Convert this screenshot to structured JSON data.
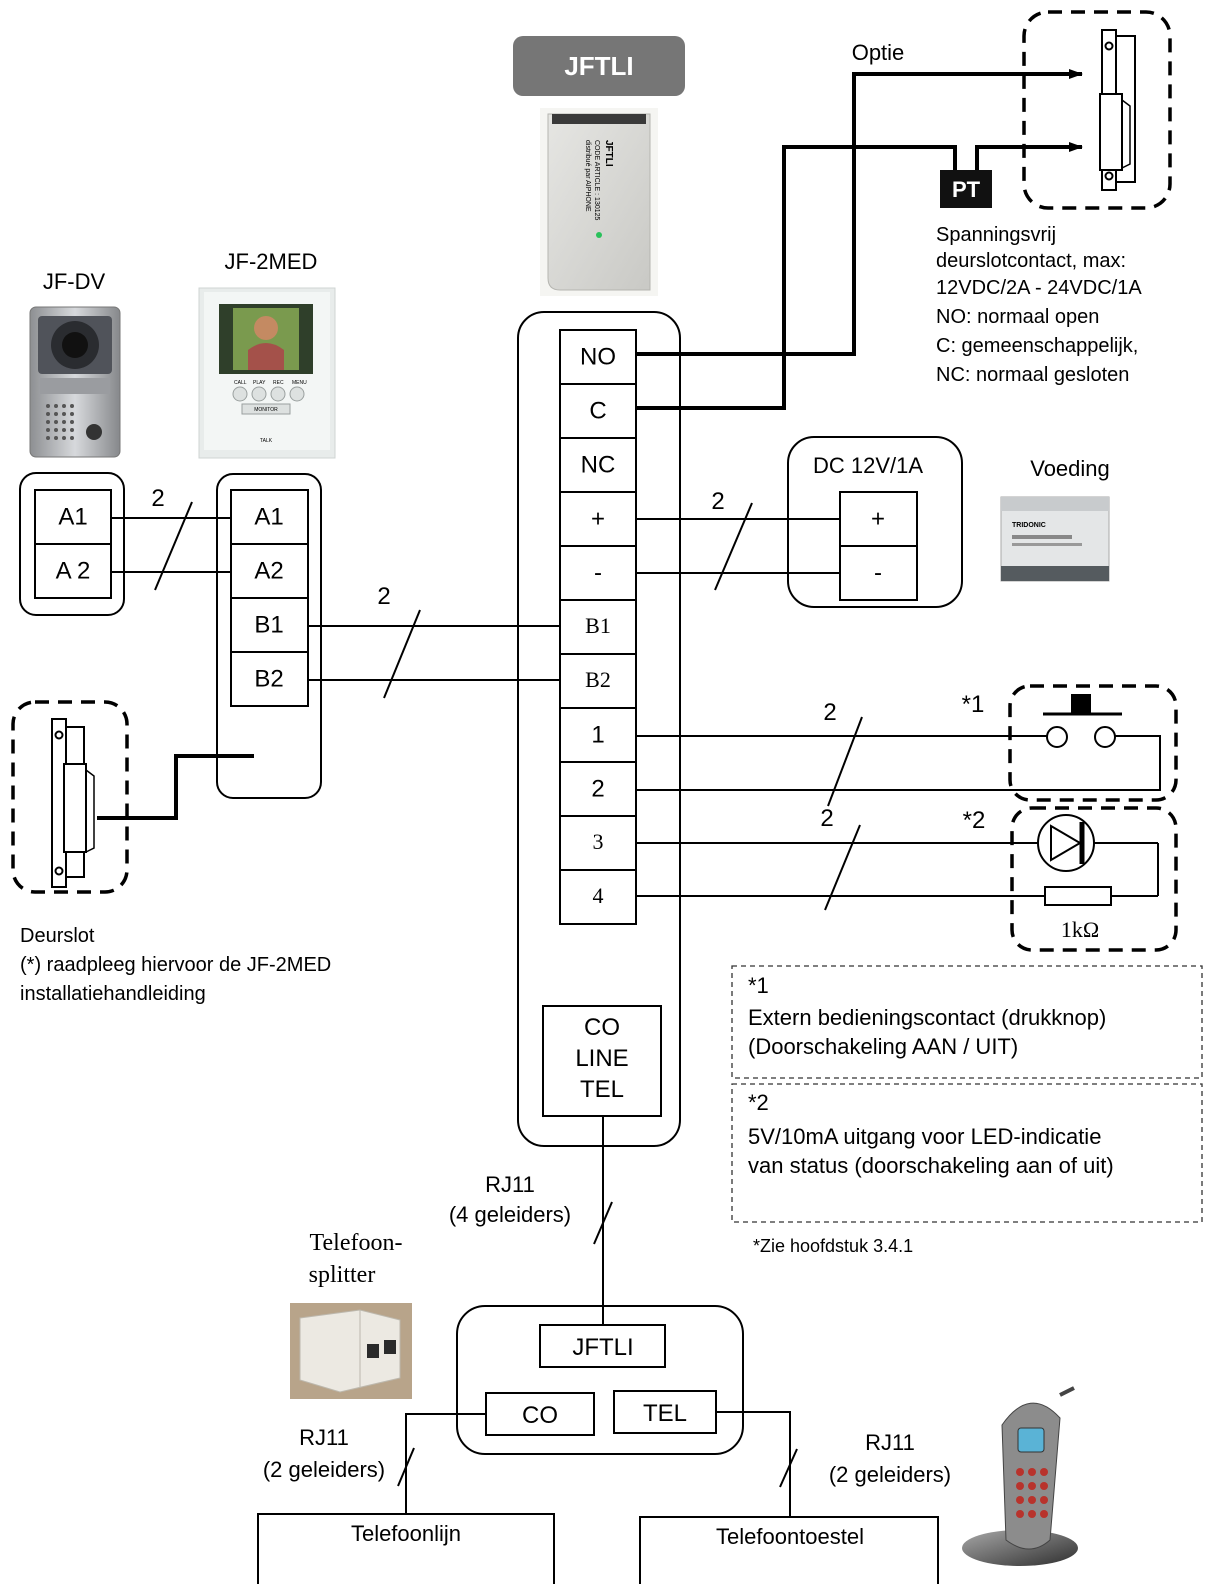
{
  "header_label": "JFTLI",
  "devices": {
    "door_station": "JF-DV",
    "master_station": "JF-2MED",
    "supply": "Voeding",
    "splitter": [
      "Telefoon-",
      "splitter"
    ]
  },
  "jfdv_terminals": [
    "A1",
    "A 2"
  ],
  "jf2med_terminals": [
    "A1",
    "A2",
    "B1",
    "B2"
  ],
  "jftli_terminals": [
    "NO",
    "C",
    "NC",
    "+",
    "-",
    "B1",
    "B2",
    "1",
    "2",
    "3",
    "4"
  ],
  "jftli_co_block": [
    "CO",
    "LINE",
    "TEL"
  ],
  "psu": {
    "title": "DC 12V/1A",
    "plus": "+",
    "minus": "-"
  },
  "wire_counts": {
    "two": "2"
  },
  "option_label": "Optie",
  "pt_label": "PT",
  "relay_note": [
    "Spanningsvrij",
    "deurslotcontact, max:",
    "12VDC/2A - 24VDC/1A",
    "NO: normaal open",
    "C: gemeenschappelijk,",
    "NC: normaal gesloten"
  ],
  "star1": "*1",
  "star2": "*2",
  "resistor_label": "1kΩ",
  "door_lock_note": [
    "Deurslot",
    "(*) raadpleeg hiervoor de JF-2MED",
    "installatiehandleiding"
  ],
  "note1": [
    "*1",
    "Extern bedieningscontact (drukknop)",
    "(Doorschakeling AAN / UIT)"
  ],
  "note2": [
    "*2",
    "5V/10mA uitgang voor LED-indicatie",
    "van status (doorschakeling aan of uit)"
  ],
  "see_chapter": "*Zie hoofdstuk 3.4.1",
  "rj11_4": [
    "RJ11",
    "(4 geleiders)"
  ],
  "rj11_2_left": [
    "RJ11",
    "(2 geleiders)"
  ],
  "rj11_2_right": [
    "RJ11",
    "(2 geleiders)"
  ],
  "splitter_box": {
    "top": "JFTLI",
    "left": "CO",
    "right": "TEL"
  },
  "phone_line": "Telefoonlijn",
  "phone_set": "Telefoontoestel",
  "product_sticker": [
    "JFTLI",
    "CODE ARTICLE : 130125",
    "distribué par AIPHONE"
  ],
  "monitor_buttons": [
    "CALL",
    "PLAY",
    "REC",
    "MENU",
    "MONITOR",
    "TALK"
  ],
  "psu_photo_text": "TRIDONIC"
}
